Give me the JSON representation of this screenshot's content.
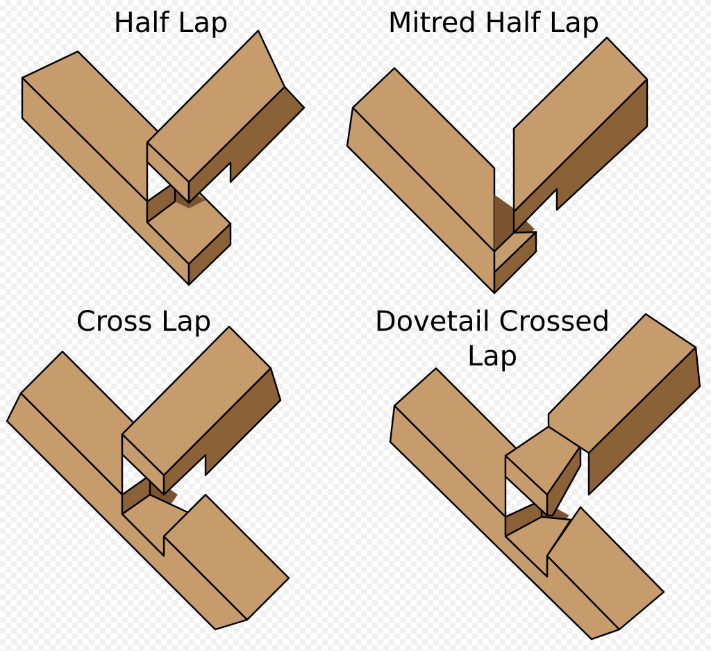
{
  "titles": {
    "half_lap": "Half Lap",
    "mitred_half_lap": "Mitred Half Lap",
    "cross_lap": "Cross Lap",
    "dovetail_line1": "Dovetail Crossed",
    "dovetail_line2": "Lap"
  },
  "colors": {
    "wood_face": "#C69C6D",
    "wood_side": "#8B6138",
    "wood_shadow": "#7A5330",
    "outline": "#000000"
  }
}
